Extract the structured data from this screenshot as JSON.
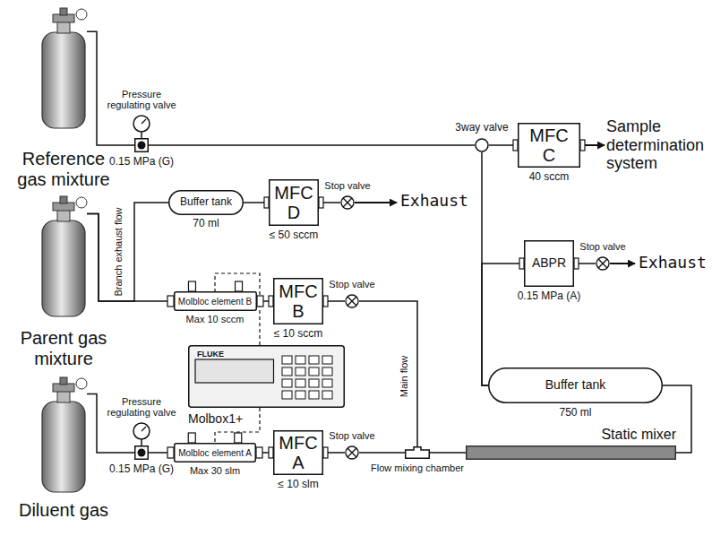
{
  "diagram": {
    "nodes": [
      {
        "text": [
          "Reference gas mixture"
        ]
      },
      {
        "text": [
          "Pressure regulating valve",
          "0.15 MPa (G)"
        ]
      },
      {
        "text": [
          "3way valve"
        ]
      },
      {
        "text": [
          "MFC C",
          "40 sccm"
        ]
      },
      {
        "text": [
          "Parent gas mixture"
        ]
      },
      {
        "text": [
          "Buffer tank",
          "70 ml"
        ]
      },
      {
        "text": [
          "MFC D",
          "≤ 50 sccm"
        ]
      },
      {
        "text": [
          "Stop valve"
        ]
      },
      {
        "text": [
          "Molbloc element B",
          "Max 10 sccm"
        ]
      },
      {
        "text": [
          "MFC B",
          "≤ 10 sccm"
        ]
      },
      {
        "text": [
          "Stop valve"
        ]
      },
      {
        "text": [
          "Molbox1+"
        ]
      },
      {
        "text": [
          "Diluent gas"
        ]
      },
      {
        "text": [
          "Pressure regulating valve",
          "0.15 MPa (G)"
        ]
      },
      {
        "text": [
          "Molbloc element A",
          "Max 30 slm"
        ]
      },
      {
        "text": [
          "MFC A",
          "≤ 10 slm"
        ]
      },
      {
        "text": [
          "Stop valve"
        ]
      },
      {
        "text": [
          "Flow mixing chamber"
        ]
      },
      {
        "text": [
          "Static mixer"
        ]
      },
      {
        "text": [
          "Buffer tank",
          "750 ml"
        ]
      },
      {
        "text": [
          "ABPR",
          "0.15 MPa (A)"
        ]
      },
      {
        "text": [
          "Stop valve"
        ]
      }
    ],
    "edges": [
      {
        "from": 0,
        "to": 1,
        "arrow": "none"
      },
      {
        "from": 1,
        "to": 2,
        "arrow": "none"
      },
      {
        "from": 2,
        "to": 3,
        "arrow": "none"
      },
      {
        "from": 4,
        "to": 5,
        "arrow": "none"
      },
      {
        "from": 4,
        "to": 8,
        "arrow": "none"
      },
      {
        "from": 5,
        "to": 6,
        "arrow": "none"
      },
      {
        "from": 6,
        "to": 7,
        "arrow": "none"
      },
      {
        "from": 8,
        "to": 9,
        "arrow": "none"
      },
      {
        "from": 9,
        "to": 10,
        "arrow": "none"
      },
      {
        "from": 10,
        "to": 17,
        "arrow": "none"
      },
      {
        "from": 11,
        "to": 8,
        "arrow": "none"
      },
      {
        "from": 11,
        "to": 14,
        "arrow": "none"
      },
      {
        "from": 12,
        "to": 13,
        "arrow": "none"
      },
      {
        "from": 13,
        "to": 14,
        "arrow": "none"
      },
      {
        "from": 14,
        "to": 15,
        "arrow": "none"
      },
      {
        "from": 15,
        "to": 16,
        "arrow": "none"
      },
      {
        "from": 16,
        "to": 17,
        "arrow": "none"
      },
      {
        "from": 17,
        "to": 18,
        "arrow": "none"
      },
      {
        "from": 18,
        "to": 19,
        "arrow": "none"
      },
      {
        "from": 19,
        "to": 2,
        "arrow": "none"
      },
      {
        "from": 19,
        "to": 20,
        "arrow": "none"
      },
      {
        "from": 20,
        "to": 21,
        "arrow": "none"
      }
    ],
    "labels": [
      "Sample determination system",
      "Exhaust",
      "Branch exhaust flow",
      "FLUKE",
      "Main flow",
      "Exhaust"
    ]
  }
}
